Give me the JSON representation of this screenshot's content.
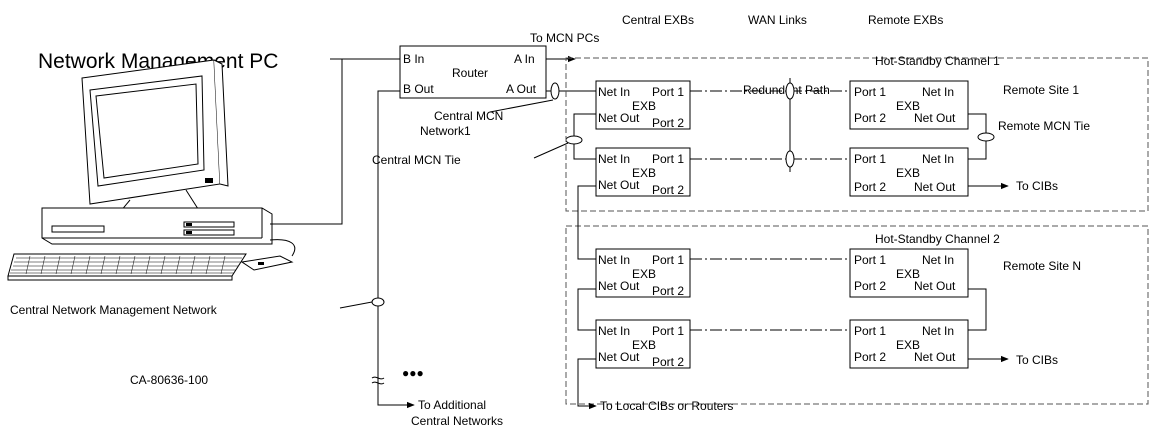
{
  "column_headers": {
    "central": "Central EXBs",
    "wan": "WAN Links",
    "remote": "Remote EXBs"
  },
  "title": "Network Management PC",
  "router": {
    "b_in": "B In",
    "a_in": "A In",
    "name": "Router",
    "b_out": "B Out",
    "a_out": "A Out"
  },
  "exb": {
    "net_in": "Net In",
    "net_out": "Net Out",
    "port1": "Port 1",
    "port2": "Port 2",
    "name": "EXB"
  },
  "labels": {
    "to_mcn_pcs": "To MCN PCs",
    "redundant_path": "Redundant Path",
    "hot_standby_1": "Hot-Standby Channel 1",
    "hot_standby_2": "Hot-Standby Channel 2",
    "remote_site_1": "Remote Site 1",
    "remote_site_n": "Remote Site N",
    "central_mcn_network_1": "Central MCN",
    "central_mcn_network_2": "Network1",
    "central_mcn_tie": "Central MCN Tie",
    "remote_mcn_tie": "Remote MCN Tie",
    "to_cibs": "To CIBs",
    "central_nm_network": "Central Network Management Network",
    "figure_id": "CA-80636-100",
    "ellipsis": "●●●",
    "to_additional_1": "To Additional",
    "to_additional_2": "Central Networks",
    "to_local_cibs": "To Local CIBs or Routers"
  }
}
